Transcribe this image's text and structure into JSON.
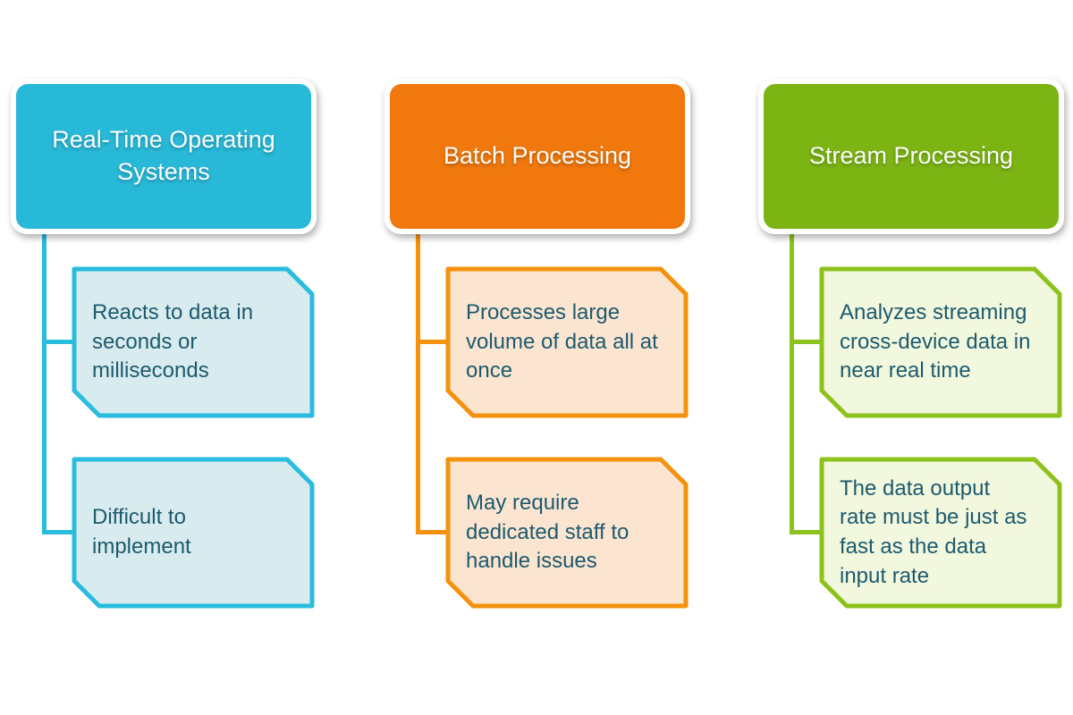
{
  "diagram": {
    "background": "#ffffff",
    "header_text_color": "#fcfcfc",
    "body_text_color": "#1d5a6e",
    "columns": [
      {
        "id": "real-time-operating-systems",
        "title": "Real-Time Operating Systems",
        "theme": {
          "header_fill": "#28b8d8",
          "line": "#29bcde",
          "child_fill": "#d8ecef"
        },
        "children": [
          {
            "text": "Reacts to data in seconds or milliseconds"
          },
          {
            "text": "Difficult to implement"
          }
        ]
      },
      {
        "id": "batch-processing",
        "title": "Batch Processing",
        "theme": {
          "header_fill": "#f0780c",
          "line": "#f5920d",
          "child_fill": "#fbe5d1"
        },
        "children": [
          {
            "text": "Processes large volume of data all at once"
          },
          {
            "text": "May require dedicated staff to handle issues"
          }
        ]
      },
      {
        "id": "stream-processing",
        "title": "Stream Processing",
        "theme": {
          "header_fill": "#7cb414",
          "line": "#8dc21d",
          "child_fill": "#f2f8de"
        },
        "children": [
          {
            "text": "Analyzes streaming cross-device data in near real time"
          },
          {
            "text": "The data output rate must be just as fast as the data input rate"
          }
        ]
      }
    ]
  }
}
